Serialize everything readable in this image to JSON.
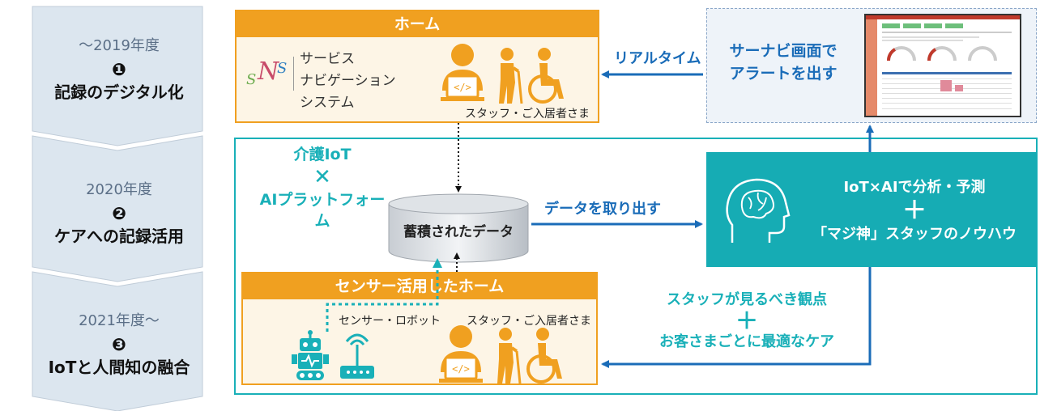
{
  "phases": [
    {
      "year": "～2019年度",
      "number": "❶",
      "title": "記録のデジタル化"
    },
    {
      "year": "2020年度",
      "number": "❷",
      "title": "ケアへの記録活用"
    },
    {
      "year": "2021年度～",
      "number": "❸",
      "title": "IoTと人間知の融合"
    }
  ],
  "home": {
    "title": "ホーム",
    "system_lines": [
      "サービス",
      "ナビゲーション",
      "システム"
    ],
    "logo_text": "SNS",
    "people_caption": "スタッフ・ご入居者さま"
  },
  "platform": {
    "line1": "介護IoT",
    "cross": "✕",
    "line2": "AIプラットフォーム"
  },
  "database": {
    "label": "蓄積されたデータ"
  },
  "extract_label": "データを取り出す",
  "realtime_label": "リアルタイム",
  "alert": {
    "line1": "サーナビ画面で",
    "line2": "アラートを出す"
  },
  "ai_box": {
    "line1": "IoT×AIで分析・予測",
    "plus": "＋",
    "line2": "「マジ神」スタッフのノウハウ"
  },
  "feedback": {
    "line1": "スタッフが見るべき観点",
    "plus": "＋",
    "line2": "お客さまごとに最適なケア"
  },
  "sensor_home": {
    "title": "センサー活用したホーム",
    "sensor_caption": "センサー・ロボット",
    "people_caption": "スタッフ・ご入居者さま"
  },
  "colors": {
    "orange": "#f0a020",
    "teal": "#19b0b8",
    "blue": "#1a6cb8",
    "chevron": "#dce6ef"
  }
}
